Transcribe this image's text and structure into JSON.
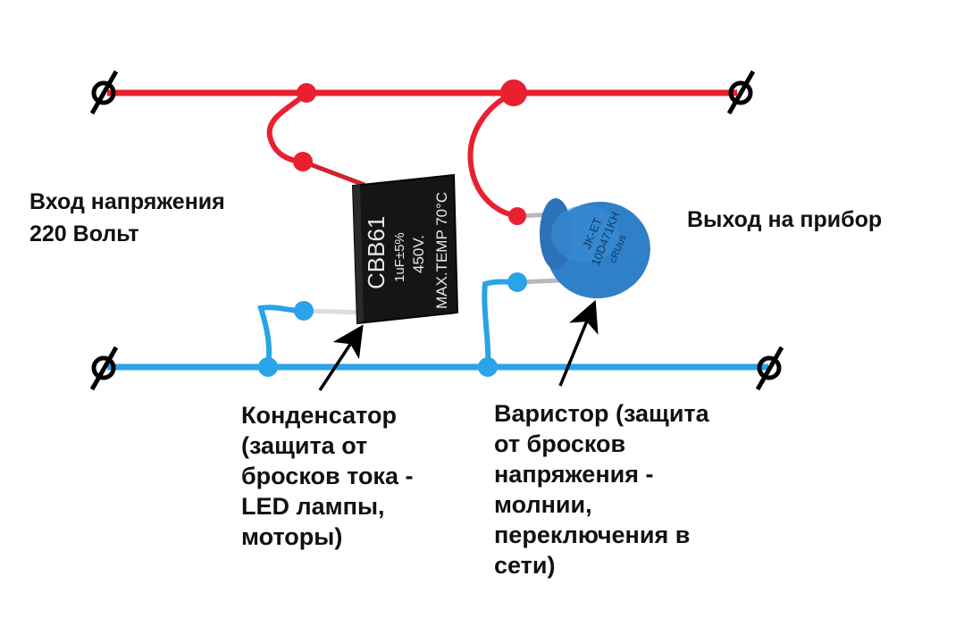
{
  "colors": {
    "live_wire": "#e8202f",
    "neutral_wire": "#2aa3e8",
    "capacitor_body": "#151515",
    "varistor_body": "#2f7fc9",
    "arrow": "#000000"
  },
  "labels": {
    "input": "Вход напряжения\n220 Вольт",
    "output": "Выход на прибор",
    "capacitor": "Конденсатор\n(защита от\nбросков тока -\nLED лампы,\nмоторы)",
    "varistor": "Варистор (защита\nот бросков\nнапряжения -\nмолнии,\nпереключения в\nсети)"
  },
  "capacitor_marking": {
    "model": "CBB61",
    "capacitance": "1uF±5%",
    "voltage": "450V.",
    "temperature": "MAX.TEMP 70°C"
  },
  "varistor_marking": {
    "line1": "JK-ET",
    "line2": "10D471KH",
    "line3": "cRUus"
  },
  "icons": {
    "terminal": "terminal-symbol-icon",
    "arrow": "arrow-icon"
  }
}
